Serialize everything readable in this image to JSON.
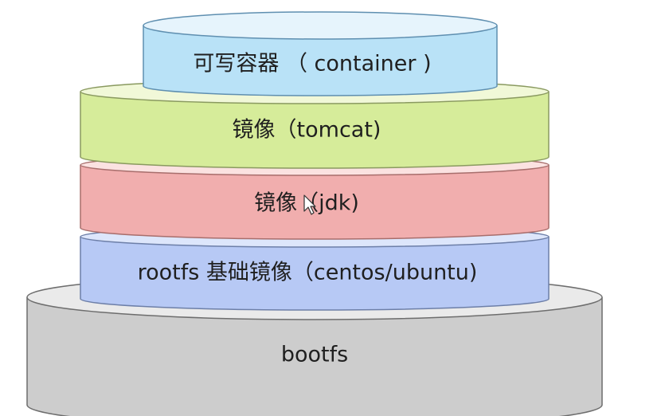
{
  "diagram": {
    "layers": [
      {
        "id": "bootfs",
        "label": "bootfs",
        "fill_top": "#eaeaea",
        "fill_side": "#cdcdcd",
        "stroke": "#6d6d6d"
      },
      {
        "id": "rootfs",
        "label": "rootfs 基础镜像（centos/ubuntu)",
        "fill_top": "#dde6fb",
        "fill_side": "#b7c9f5",
        "stroke": "#6d7fa8"
      },
      {
        "id": "jdk",
        "label": "镜像（jdk)",
        "fill_top": "#fbe2e1",
        "fill_side": "#f1aeae",
        "stroke": "#a86e6c"
      },
      {
        "id": "tomcat",
        "label": "镜像（tomcat)",
        "fill_top": "#f1f8d8",
        "fill_side": "#d6ec9a",
        "stroke": "#8a9a60"
      },
      {
        "id": "container",
        "label": "可写容器 （ container )",
        "fill_top": "#e6f4fc",
        "fill_side": "#b9e2f7",
        "stroke": "#5f8fb0"
      }
    ]
  }
}
